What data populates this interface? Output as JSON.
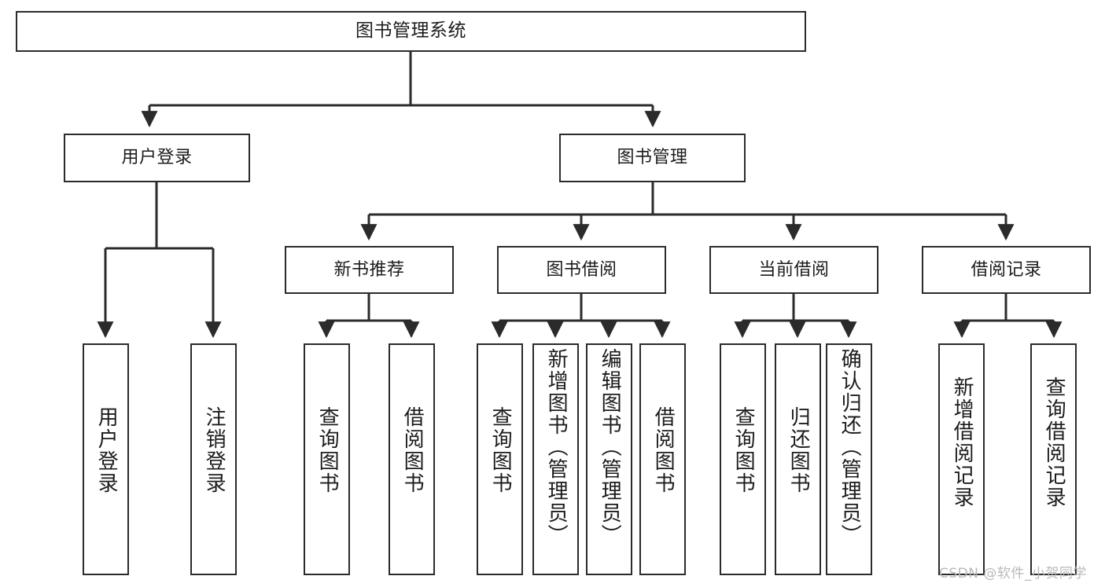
{
  "diagram": {
    "title": "图书管理系统",
    "watermark": "CSDN @软件_小贺同学",
    "line_color": "#2b2b2b",
    "box_fill": "#ffffff",
    "text_color": "#1c1c1c",
    "watermark_color": "#b9b9b9"
  },
  "nodes": {
    "root": {
      "label": "图书管理系统"
    },
    "level2": [
      {
        "label": "用户登录"
      },
      {
        "label": "图书管理"
      }
    ],
    "level3": [
      {
        "label": "新书推荐"
      },
      {
        "label": "图书借阅"
      },
      {
        "label": "当前借阅"
      },
      {
        "label": "借阅记录"
      }
    ],
    "leaves": {
      "user_login": [
        {
          "label": "用户登录"
        },
        {
          "label": "注销登录"
        }
      ],
      "new_book_recommend": [
        {
          "label": "查询图书"
        },
        {
          "label": "借阅图书"
        }
      ],
      "book_borrow": [
        {
          "label": "查询图书"
        },
        {
          "label": "新增图书（管理员）"
        },
        {
          "label": "编辑图书（管理员）"
        },
        {
          "label": "借阅图书"
        }
      ],
      "current_borrow": [
        {
          "label": "查询图书"
        },
        {
          "label": "归还图书"
        },
        {
          "label": "确认归还（管理员）"
        }
      ],
      "borrow_record": [
        {
          "label": "新增借阅记录"
        },
        {
          "label": "查询借阅记录"
        }
      ]
    }
  }
}
